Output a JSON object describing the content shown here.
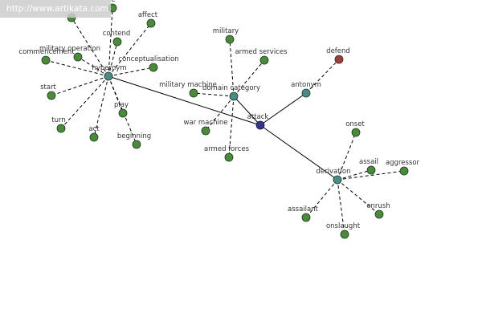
{
  "watermark": "http://www.artikata.com",
  "colors": {
    "leaf": "#4a8a3a",
    "hub": "#4a8a8a",
    "center": "#33368a",
    "antonym_leaf": "#a33a3a",
    "edge": "#000000"
  },
  "nodes": [
    {
      "id": "attack",
      "label": "attack",
      "kind": "center"
    },
    {
      "id": "hypernym",
      "label": "hypernym",
      "kind": "hub"
    },
    {
      "id": "domain_category",
      "label": "domain category",
      "kind": "hub"
    },
    {
      "id": "antonym",
      "label": "antonym",
      "kind": "hub"
    },
    {
      "id": "derivation",
      "label": "derivation",
      "kind": "hub"
    },
    {
      "id": "affect",
      "label": "affect",
      "kind": "leaf"
    },
    {
      "id": "contend",
      "label": "contend",
      "kind": "leaf"
    },
    {
      "id": "e_partial",
      "label": "e",
      "kind": "leaf"
    },
    {
      "id": "commencement",
      "label": "commencement",
      "kind": "leaf"
    },
    {
      "id": "military_operation",
      "label": "military operation",
      "kind": "leaf"
    },
    {
      "id": "conceptualisation",
      "label": "conceptualisation",
      "kind": "leaf"
    },
    {
      "id": "start",
      "label": "start",
      "kind": "leaf"
    },
    {
      "id": "play",
      "label": "play",
      "kind": "leaf"
    },
    {
      "id": "turn",
      "label": "turn",
      "kind": "leaf"
    },
    {
      "id": "act",
      "label": "act",
      "kind": "leaf"
    },
    {
      "id": "beginning",
      "label": "beginning",
      "kind": "leaf"
    },
    {
      "id": "military",
      "label": "military",
      "kind": "leaf"
    },
    {
      "id": "armed_services",
      "label": "armed services",
      "kind": "leaf"
    },
    {
      "id": "military_machine",
      "label": "military machine",
      "kind": "leaf"
    },
    {
      "id": "war_machine",
      "label": "war machine",
      "kind": "leaf"
    },
    {
      "id": "armed_forces",
      "label": "armed forces",
      "kind": "leaf"
    },
    {
      "id": "defend",
      "label": "defend",
      "kind": "antonym_leaf"
    },
    {
      "id": "onset",
      "label": "onset",
      "kind": "leaf"
    },
    {
      "id": "assail",
      "label": "assail",
      "kind": "leaf"
    },
    {
      "id": "aggressor",
      "label": "aggressor",
      "kind": "leaf"
    },
    {
      "id": "assailant",
      "label": "assailant",
      "kind": "leaf"
    },
    {
      "id": "onrush",
      "label": "onrush",
      "kind": "leaf"
    },
    {
      "id": "onslaught",
      "label": "onslaught",
      "kind": "leaf"
    }
  ],
  "edges": [
    {
      "from": "attack",
      "to": "hypernym",
      "style": "solid"
    },
    {
      "from": "attack",
      "to": "domain_category",
      "style": "solid"
    },
    {
      "from": "attack",
      "to": "antonym",
      "style": "solid"
    },
    {
      "from": "attack",
      "to": "derivation",
      "style": "solid"
    },
    {
      "from": "hypernym",
      "to": "affect",
      "style": "dashed"
    },
    {
      "from": "hypernym",
      "to": "contend",
      "style": "dashed"
    },
    {
      "from": "hypernym",
      "to": "e_partial",
      "style": "dashed"
    },
    {
      "from": "hypernym",
      "to": "commencement",
      "style": "dashed"
    },
    {
      "from": "hypernym",
      "to": "military_operation",
      "style": "dashed"
    },
    {
      "from": "hypernym",
      "to": "conceptualisation",
      "style": "dashed"
    },
    {
      "from": "hypernym",
      "to": "start",
      "style": "dashed"
    },
    {
      "from": "hypernym",
      "to": "play",
      "style": "dashed"
    },
    {
      "from": "hypernym",
      "to": "turn",
      "style": "dashed"
    },
    {
      "from": "hypernym",
      "to": "act",
      "style": "dashed"
    },
    {
      "from": "hypernym",
      "to": "beginning",
      "style": "dashed"
    },
    {
      "from": "hypernym",
      "to": "hidden_top",
      "style": "dashed"
    },
    {
      "from": "domain_category",
      "to": "military",
      "style": "dashed"
    },
    {
      "from": "domain_category",
      "to": "armed_services",
      "style": "dashed"
    },
    {
      "from": "domain_category",
      "to": "military_machine",
      "style": "dashed"
    },
    {
      "from": "domain_category",
      "to": "war_machine",
      "style": "dashed"
    },
    {
      "from": "domain_category",
      "to": "armed_forces",
      "style": "dashed"
    },
    {
      "from": "antonym",
      "to": "defend",
      "style": "dashed"
    },
    {
      "from": "derivation",
      "to": "onset",
      "style": "dashed"
    },
    {
      "from": "derivation",
      "to": "assail",
      "style": "dashed"
    },
    {
      "from": "derivation",
      "to": "aggressor",
      "style": "dashed"
    },
    {
      "from": "derivation",
      "to": "assailant",
      "style": "dashed"
    },
    {
      "from": "derivation",
      "to": "onrush",
      "style": "dashed"
    },
    {
      "from": "derivation",
      "to": "onslaught",
      "style": "dashed"
    }
  ]
}
